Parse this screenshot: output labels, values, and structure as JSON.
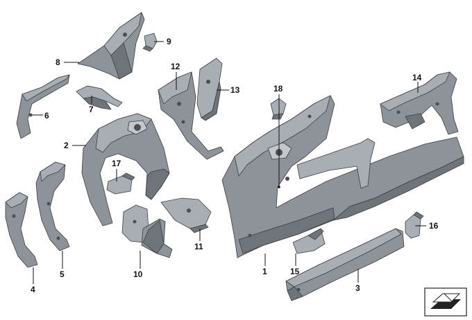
{
  "callouts": [
    {
      "id": "1",
      "label": "1"
    },
    {
      "id": "2",
      "label": "2"
    },
    {
      "id": "3",
      "label": "3"
    },
    {
      "id": "4",
      "label": "4"
    },
    {
      "id": "5",
      "label": "5"
    },
    {
      "id": "6",
      "label": "6"
    },
    {
      "id": "7",
      "label": "7"
    },
    {
      "id": "8",
      "label": "8"
    },
    {
      "id": "9",
      "label": "9"
    },
    {
      "id": "10",
      "label": "10"
    },
    {
      "id": "11",
      "label": "11"
    },
    {
      "id": "12",
      "label": "12"
    },
    {
      "id": "13",
      "label": "13"
    },
    {
      "id": "14",
      "label": "14"
    },
    {
      "id": "15",
      "label": "15"
    },
    {
      "id": "16",
      "label": "16"
    },
    {
      "id": "17",
      "label": "17"
    },
    {
      "id": "18",
      "label": "18"
    }
  ],
  "colors": {
    "metal_mid": "#8e939a",
    "metal_light": "#a9aeb4",
    "metal_dark": "#6f747b",
    "metal_highlight": "#c4c8cc",
    "outline": "#3a3d42"
  },
  "legend_icon": "parts-tray-icon"
}
